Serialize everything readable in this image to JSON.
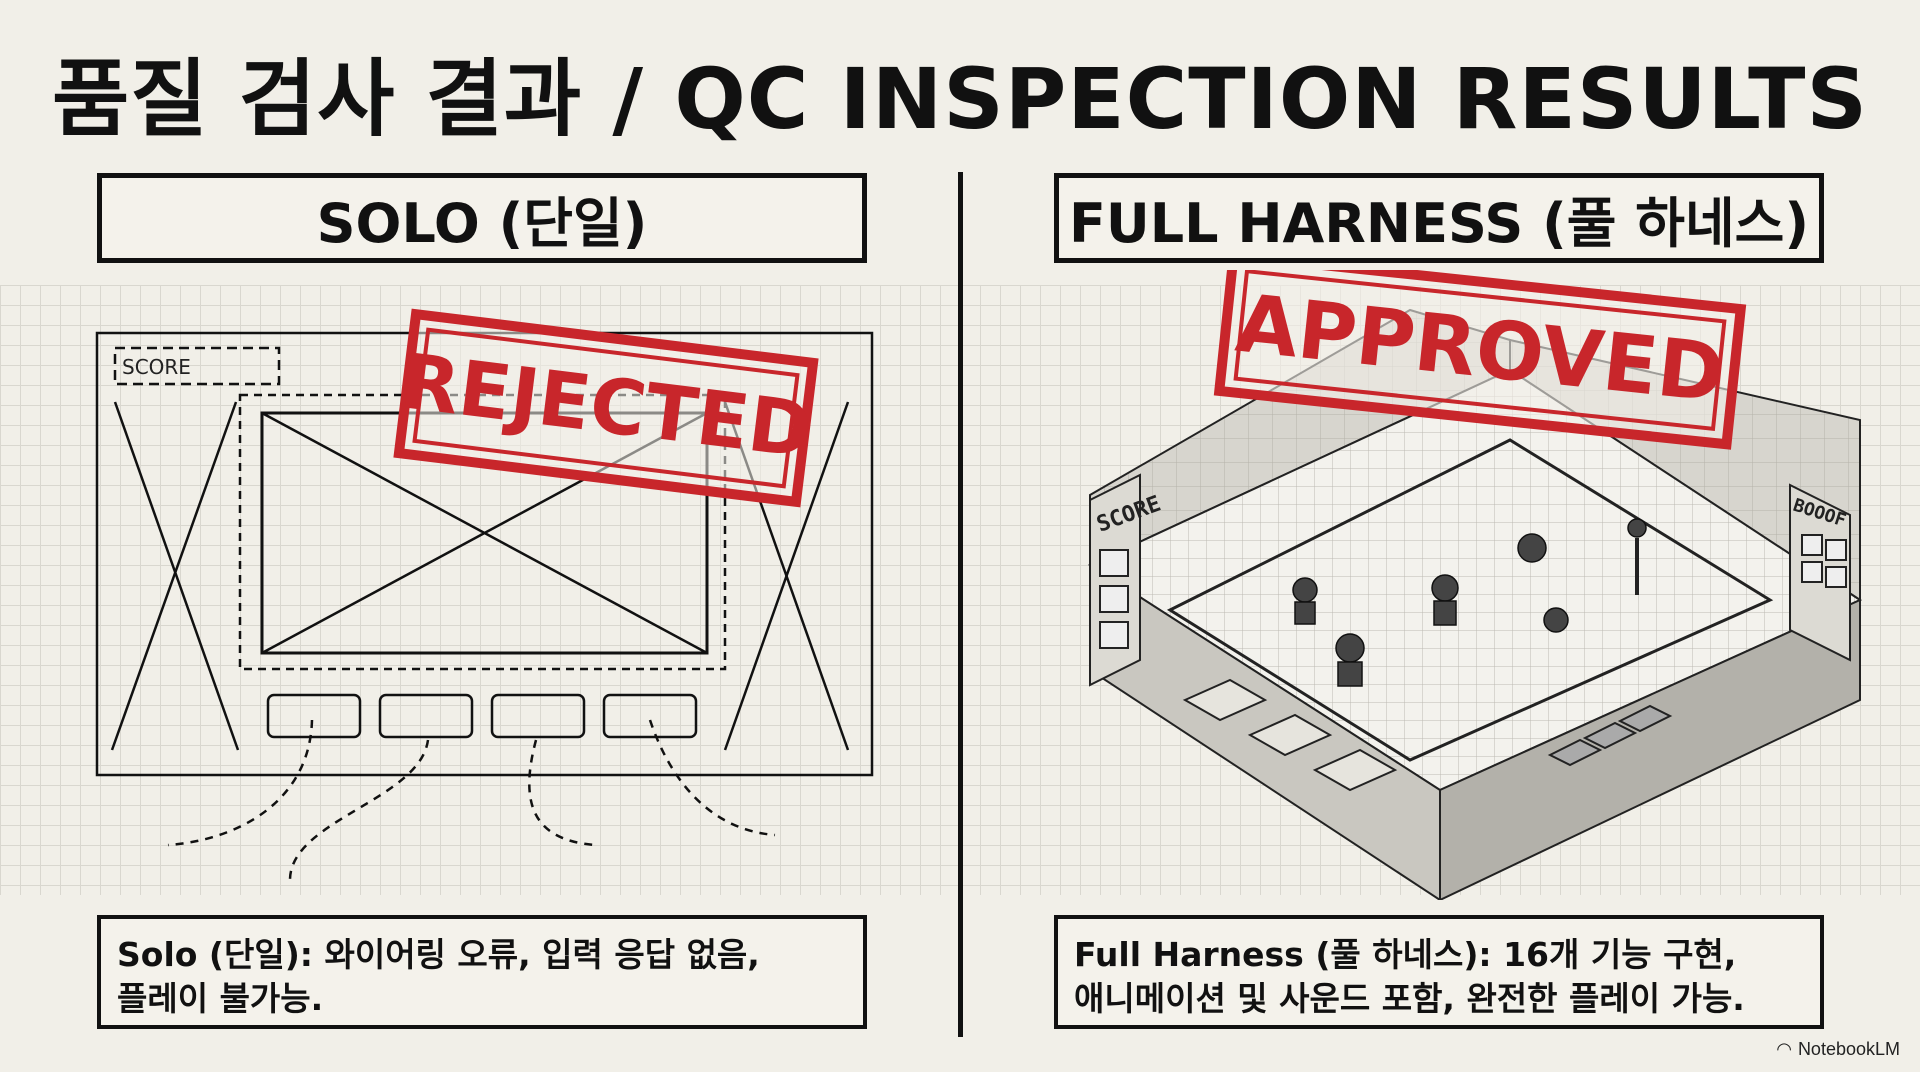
{
  "title": "품질 검사 결과 / QC INSPECTION RESULTS",
  "left": {
    "header": "SOLO (단일)",
    "stamp": "REJECTED",
    "score_label": "SCORE",
    "caption_line1": "Solo (단일): 와이어링 오류, 입력 응답 없음,",
    "caption_line2": "플레이 불가능."
  },
  "right": {
    "header": "FULL HARNESS (풀 하네스)",
    "stamp": "APPROVED",
    "score_label": "SCORE",
    "side_label": "BOOOF",
    "caption_line1": "Full Harness (풀 하네스): 16개 기능 구현,",
    "caption_line2": "애니메이션 및 사운드 포함, 완전한 플레이 가능."
  },
  "colors": {
    "stamp_red": "#c8262b",
    "ink": "#111111",
    "paper": "#f1efe8"
  },
  "brand": "NotebookLM"
}
